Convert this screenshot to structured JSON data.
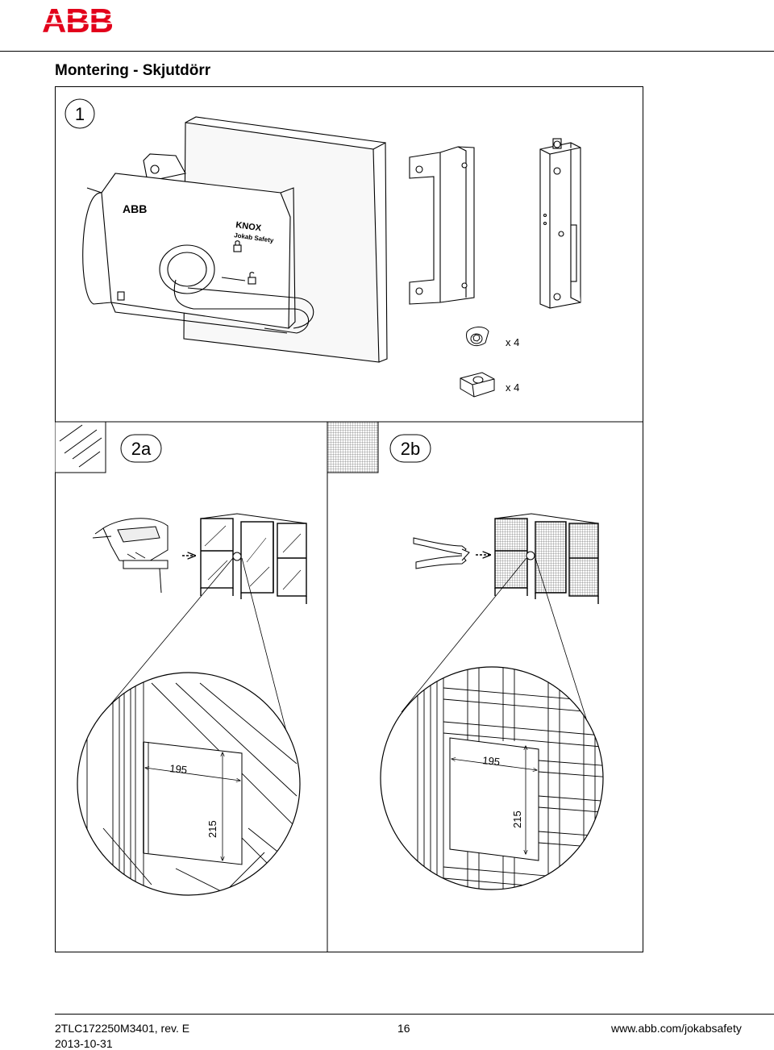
{
  "header": {
    "logo_text": "ABB",
    "logo_color": "#e2001a",
    "title": "Montering - Skjutdörr"
  },
  "steps": {
    "step1": {
      "label": "1",
      "lock_brand": "ABB",
      "lock_model": "KNOX",
      "lock_maker": "Jokab Safety",
      "screw_qty": "x 4",
      "nut_qty": "x 4"
    },
    "step2a": {
      "label": "2a",
      "panel_type": "glass-panel-icon",
      "tool": "jigsaw-icon",
      "cutout_width": "195",
      "cutout_height": "215"
    },
    "step2b": {
      "label": "2b",
      "panel_type": "mesh-panel-icon",
      "tool": "wire-cutter-icon",
      "cutout_width": "195",
      "cutout_height": "215"
    }
  },
  "footer": {
    "doc_ref": "2TLC172250M3401, rev. E",
    "date": "2013-10-31",
    "page": "16",
    "website": "www.abb.com/jokabsafety"
  }
}
